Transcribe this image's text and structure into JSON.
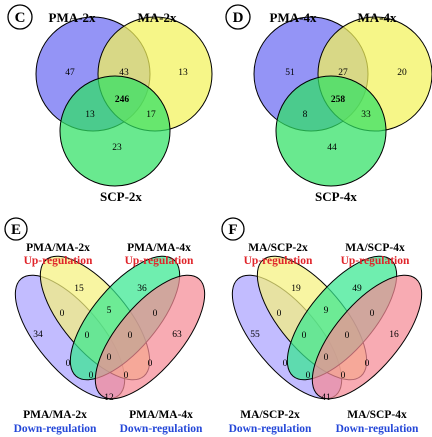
{
  "colors": {
    "blue": "#6b6bf2",
    "yellow": "#f3f35a",
    "green": "#2fe064",
    "e_lavender": "#aaa2ff",
    "e_yellow": "#f5f17e",
    "e_green": "#38e890",
    "e_pink": "#f58a96",
    "up": "#e0242a",
    "down": "#2447d8"
  },
  "panel_c": {
    "letter": "C",
    "labels": {
      "pma": "PMA-2x",
      "ma": "MA-2x",
      "scp": "SCP-2x"
    },
    "values": {
      "pma_only": "47",
      "ma_only": "13",
      "pma_ma": "43",
      "all": "246",
      "pma_scp": "13",
      "ma_scp": "17",
      "scp_only": "23"
    }
  },
  "panel_d": {
    "letter": "D",
    "labels": {
      "pma": "PMA-4x",
      "ma": "MA-4x",
      "scp": "SCP-4x"
    },
    "values": {
      "pma_only": "51",
      "ma_only": "20",
      "pma_ma": "27",
      "all": "258",
      "pma_scp": "8",
      "ma_scp": "33",
      "scp_only": "44"
    }
  },
  "panel_e": {
    "letter": "E",
    "labels": {
      "top_left": "PMA/MA-2x",
      "top_left_reg": "Up-regulation",
      "top_right": "PMA/MA-4x",
      "top_right_reg": "Up-regulation",
      "bottom_left": "PMA/MA-2x",
      "bottom_left_reg": "Down-regulation",
      "bottom_right": "PMA/MA-4x",
      "bottom_right_reg": "Down-regulation"
    },
    "values": {
      "a": "34",
      "b": "15",
      "c": "36",
      "d": "63",
      "ab": "0",
      "bc": "5",
      "cd": "0",
      "ad": "0",
      "bd": "0",
      "ac": "0",
      "abc": "0",
      "bcd": "0",
      "abd": "0",
      "acd": "0",
      "all": "0",
      "bottom": "12"
    }
  },
  "panel_f": {
    "letter": "F",
    "labels": {
      "top_left": "MA/SCP-2x",
      "top_left_reg": "Up-regulation",
      "top_right": "MA/SCP-4x",
      "top_right_reg": "Up-regulation",
      "bottom_left": "MA/SCP-2x",
      "bottom_left_reg": "Down-regulation",
      "bottom_right": "MA/SCP-4x",
      "bottom_right_reg": "Down-regulation"
    },
    "values": {
      "a": "55",
      "b": "19",
      "c": "49",
      "d": "16",
      "ab": "0",
      "bc": "9",
      "cd": "0",
      "ad": "0",
      "bd": "0",
      "ac": "0",
      "abc": "0",
      "bcd": "0",
      "abd": "0",
      "acd": "0",
      "all": "0",
      "bottom": "41"
    }
  }
}
